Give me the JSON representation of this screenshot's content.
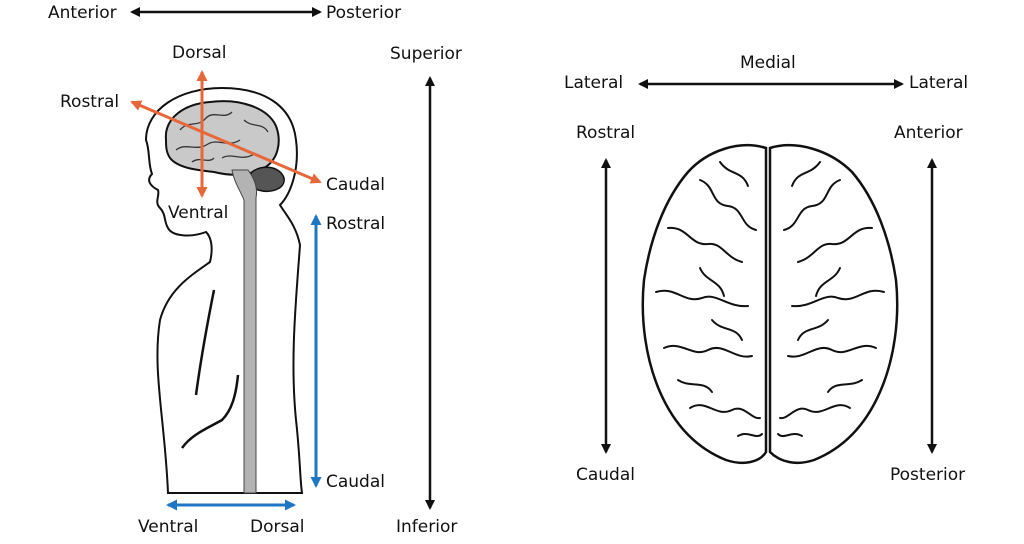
{
  "colors": {
    "ink": "#111111",
    "orange": "#e8673a",
    "blue": "#1f77c4",
    "brain_fill": "#c9c9c9",
    "cord_fill": "#b3b3b3"
  },
  "left_panel": {
    "anterior": "Anterior",
    "posterior": "Posterior",
    "superior": "Superior",
    "inferior": "Inferior",
    "brain_axes": {
      "dorsal": "Dorsal",
      "ventral": "Ventral",
      "rostral": "Rostral",
      "caudal": "Caudal"
    },
    "spinal_axes": {
      "rostral": "Rostral",
      "caudal": "Caudal",
      "ventral": "Ventral",
      "dorsal": "Dorsal"
    }
  },
  "right_panel": {
    "medial": "Medial",
    "lateral_left": "Lateral",
    "lateral_right": "Lateral",
    "rostral": "Rostral",
    "caudal": "Caudal",
    "anterior": "Anterior",
    "posterior": "Posterior"
  }
}
